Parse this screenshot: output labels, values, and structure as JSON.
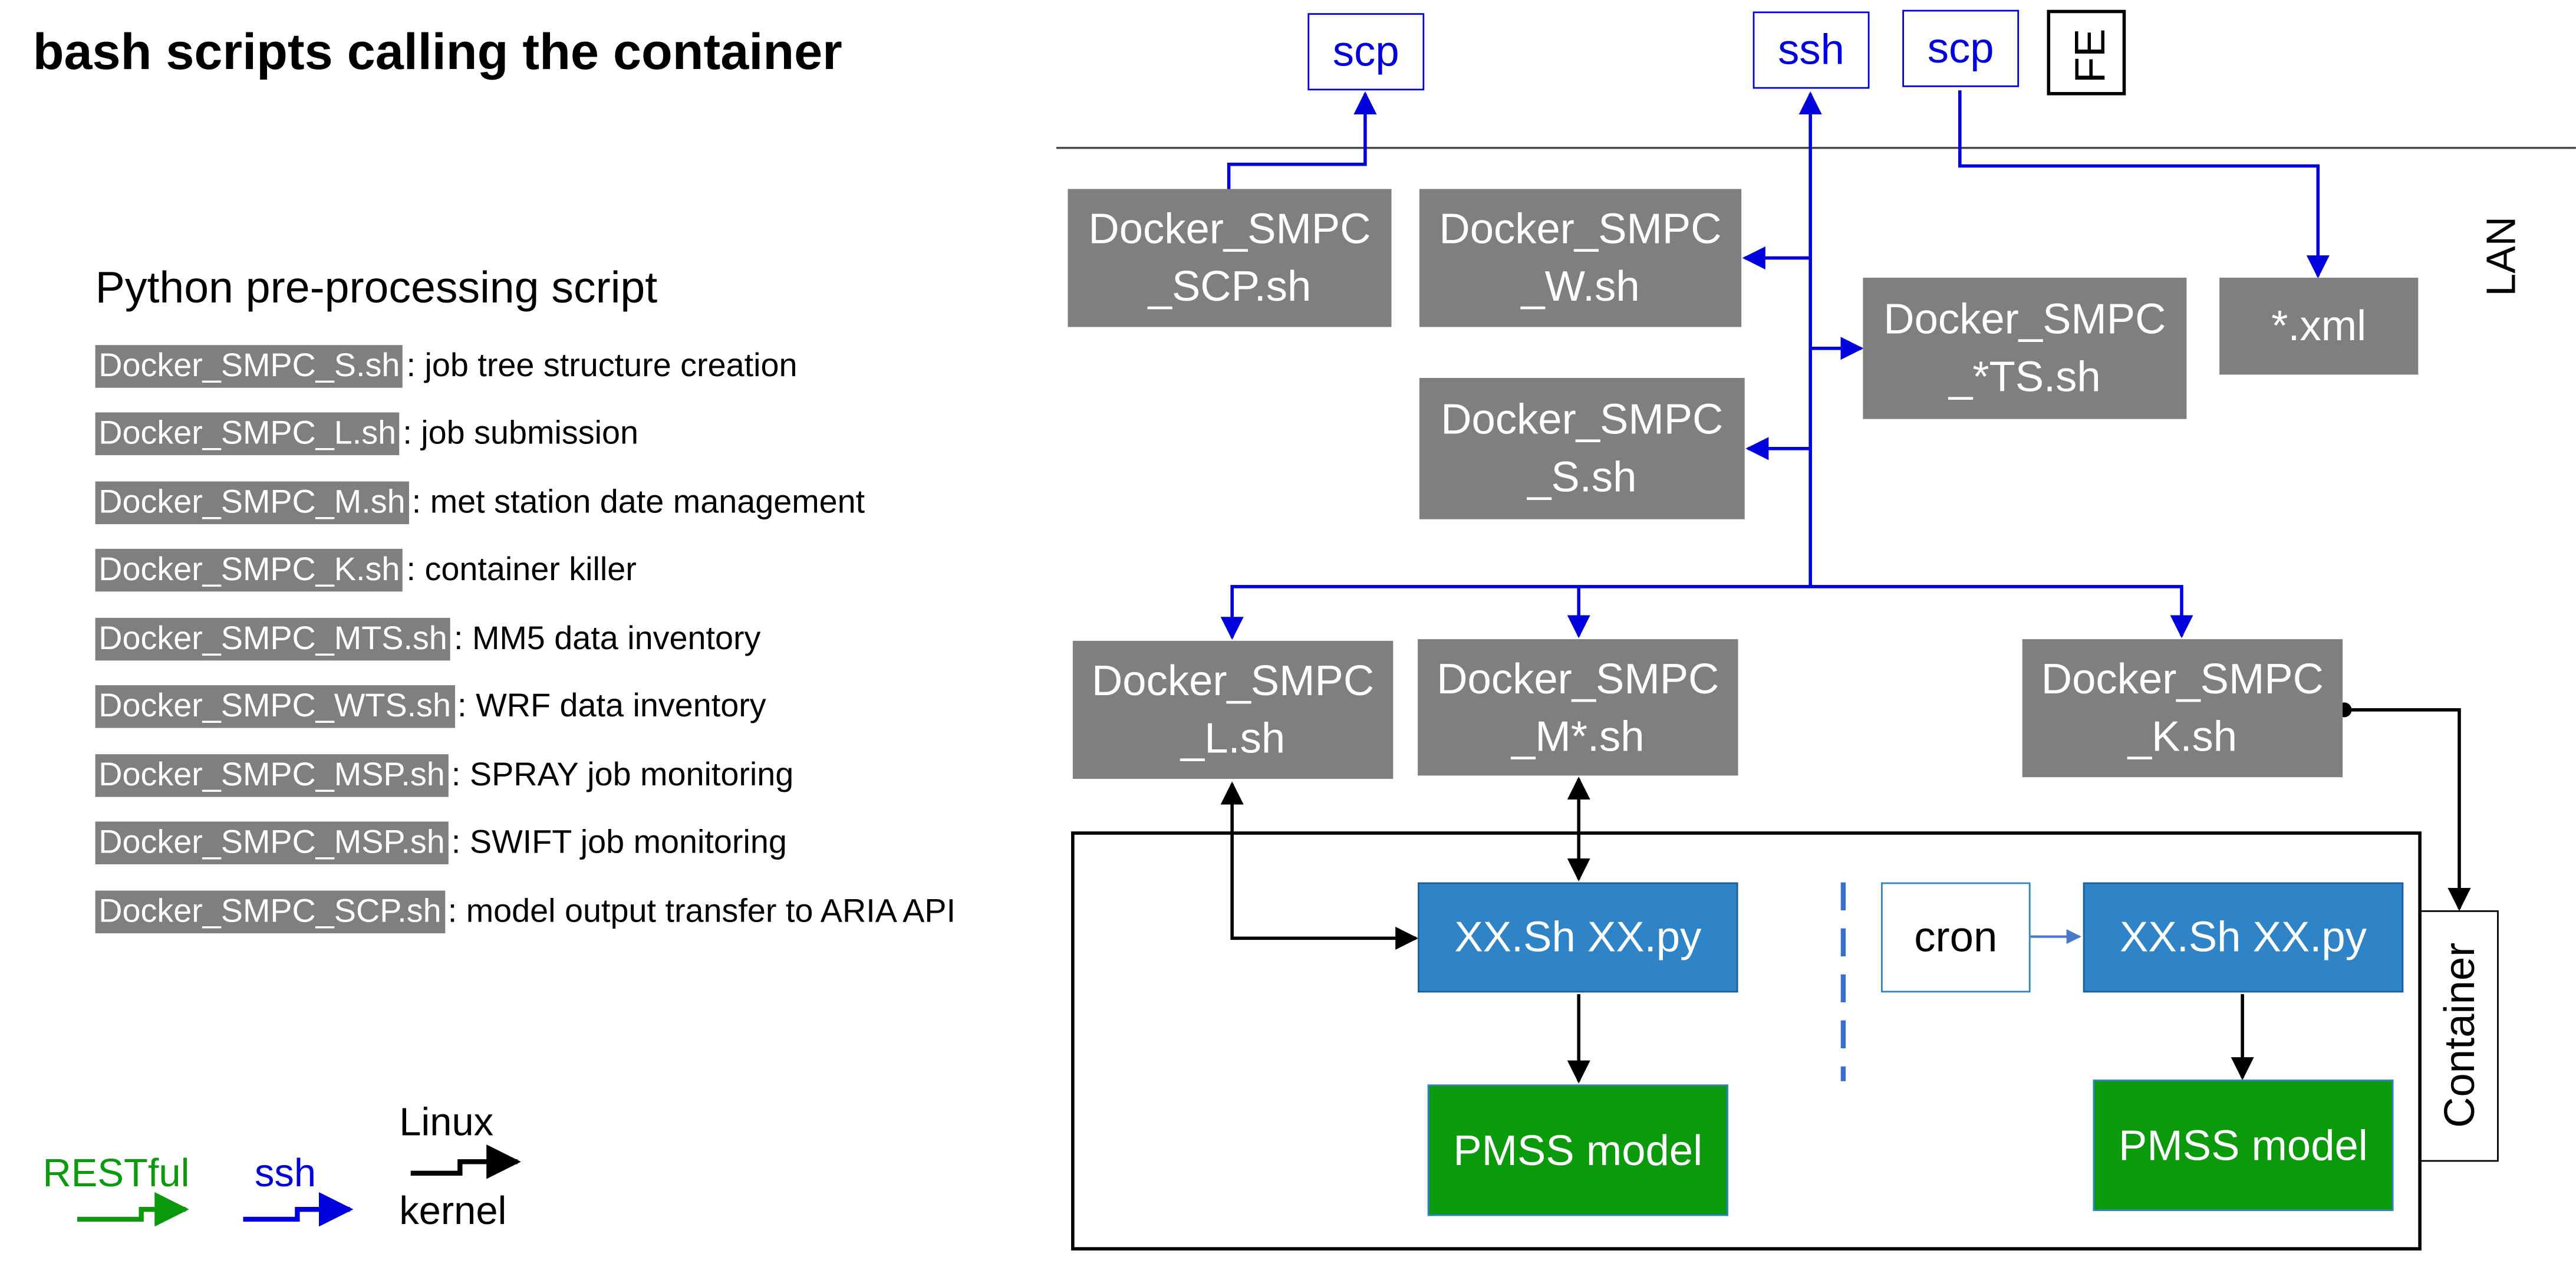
{
  "title": "bash scripts calling the container",
  "subtitle": "Python pre-processing script",
  "script_list": [
    {
      "name": "Docker_SMPC_S.sh",
      "desc": ": job tree structure creation"
    },
    {
      "name": "Docker_SMPC_L.sh",
      "desc": ": job submission"
    },
    {
      "name": "Docker_SMPC_M.sh",
      "desc": ": met station date management"
    },
    {
      "name": "Docker_SMPC_K.sh",
      "desc": ": container killer"
    },
    {
      "name": "Docker_SMPC_MTS.sh",
      "desc": ": MM5 data inventory"
    },
    {
      "name": "Docker_SMPC_WTS.sh",
      "desc": ": WRF data inventory"
    },
    {
      "name": "Docker_SMPC_MSP.sh",
      "desc": ": SPRAY job monitoring"
    },
    {
      "name": "Docker_SMPC_MSP.sh",
      "desc": ": SWIFT job monitoring"
    },
    {
      "name": "Docker_SMPC_SCP.sh",
      "desc": ": model output transfer to ARIA API"
    }
  ],
  "legend": {
    "restful": "RESTful",
    "ssh": "ssh",
    "linux": "Linux",
    "kernel": "kernel"
  },
  "diagram": {
    "top_scp_left": "scp",
    "top_ssh": "ssh",
    "top_scp_right": "scp",
    "fe": "FE",
    "lan": "LAN",
    "container": "Container",
    "scp_script": "Docker_SMPC\n_SCP.sh",
    "w_script": "Docker_SMPC\n_W.sh",
    "ts_script": "Docker_SMPC\n_*TS.sh",
    "xml": "*.xml",
    "s_script": "Docker_SMPC\n_S.sh",
    "l_script": "Docker_SMPC\n_L.sh",
    "m_script": "Docker_SMPC\n_M*.sh",
    "k_script": "Docker_SMPC\n_K.sh",
    "xx_left": "XX.Sh XX.py",
    "xx_right": "XX.Sh XX.py",
    "cron": "cron",
    "pmss_left": "PMSS model",
    "pmss_right": "PMSS model"
  },
  "colors": {
    "restful": "#0b9a0b",
    "ssh": "#0000dd",
    "kernel": "#000000",
    "script_box": "#7f7f7f",
    "process_box": "#2e84c6",
    "model_box": "#0b9a0b"
  }
}
